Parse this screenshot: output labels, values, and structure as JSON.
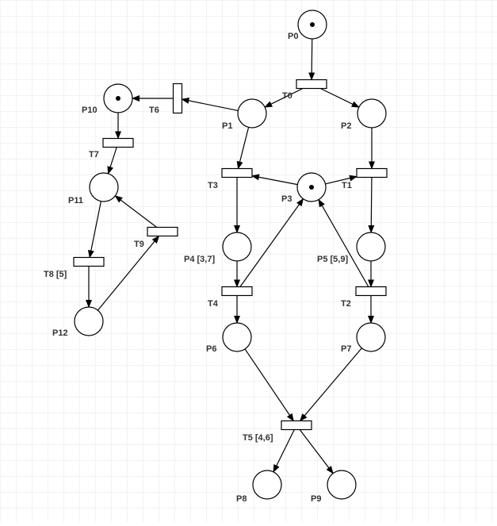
{
  "colors": {
    "grid": "#e4e4ee",
    "stroke": "#000000",
    "label": "#333333",
    "background": "#ffffff"
  },
  "places": [
    {
      "id": "P0",
      "label": "P0",
      "token": true
    },
    {
      "id": "P1",
      "label": "P1",
      "token": false
    },
    {
      "id": "P2",
      "label": "P2",
      "token": false
    },
    {
      "id": "P3",
      "label": "P3",
      "token": true
    },
    {
      "id": "P4",
      "label": "P4 [3,7]",
      "token": false
    },
    {
      "id": "P5",
      "label": "P5 [5,9]",
      "token": false
    },
    {
      "id": "P6",
      "label": "P6",
      "token": false
    },
    {
      "id": "P7",
      "label": "P7",
      "token": false
    },
    {
      "id": "P8",
      "label": "P8",
      "token": false
    },
    {
      "id": "P9",
      "label": "P9",
      "token": false
    },
    {
      "id": "P10",
      "label": "P10",
      "token": true
    },
    {
      "id": "P11",
      "label": "P11",
      "token": false
    },
    {
      "id": "P12",
      "label": "P12",
      "token": false
    }
  ],
  "transitions": [
    {
      "id": "T0",
      "label": "T0"
    },
    {
      "id": "T1",
      "label": "T1"
    },
    {
      "id": "T2",
      "label": "T2"
    },
    {
      "id": "T3",
      "label": "T3"
    },
    {
      "id": "T4",
      "label": "T4"
    },
    {
      "id": "T5",
      "label": "T5 [4,6]"
    },
    {
      "id": "T6",
      "label": "T6"
    },
    {
      "id": "T7",
      "label": "T7"
    },
    {
      "id": "T8",
      "label": "T8 [5]"
    },
    {
      "id": "T9",
      "label": "T9"
    }
  ],
  "arcs": [
    [
      "P0",
      "T0"
    ],
    [
      "T0",
      "P1"
    ],
    [
      "T0",
      "P2"
    ],
    [
      "P1",
      "T6"
    ],
    [
      "T6",
      "P10"
    ],
    [
      "P10",
      "T7"
    ],
    [
      "T7",
      "P11"
    ],
    [
      "P11",
      "T8"
    ],
    [
      "T8",
      "P12"
    ],
    [
      "P12",
      "T9"
    ],
    [
      "T9",
      "P11"
    ],
    [
      "P1",
      "T3"
    ],
    [
      "P3",
      "T3"
    ],
    [
      "P2",
      "T1"
    ],
    [
      "P3",
      "T1"
    ],
    [
      "T3",
      "P4"
    ],
    [
      "T1",
      "P5"
    ],
    [
      "P4",
      "T4"
    ],
    [
      "P5",
      "T2"
    ],
    [
      "T4",
      "P3"
    ],
    [
      "T2",
      "P3"
    ],
    [
      "T4",
      "P6"
    ],
    [
      "T2",
      "P7"
    ],
    [
      "P6",
      "T5"
    ],
    [
      "P7",
      "T5"
    ],
    [
      "T5",
      "P8"
    ],
    [
      "T5",
      "P9"
    ]
  ]
}
